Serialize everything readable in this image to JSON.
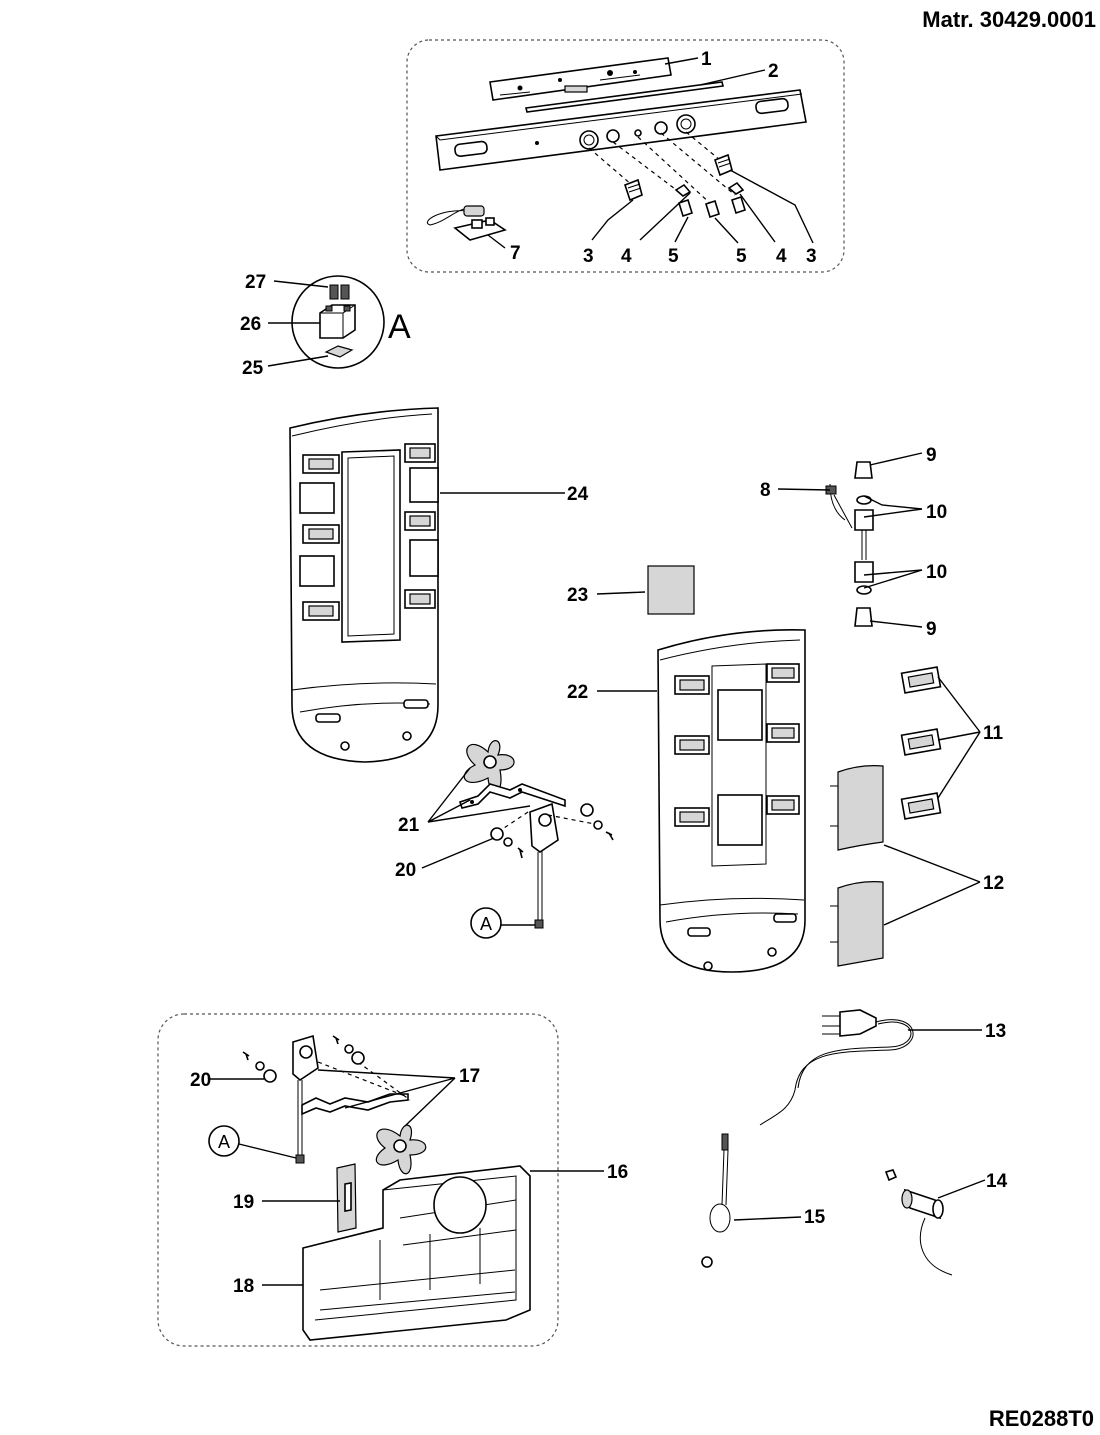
{
  "header": {
    "material_code": "Matr. 30429.0001"
  },
  "footer": {
    "drawing_code": "RE0288T0"
  },
  "detail_marker": "A",
  "labels": {
    "p1": "1",
    "p2": "2",
    "p3a": "3",
    "p3b": "3",
    "p4a": "4",
    "p4b": "4",
    "p5a": "5",
    "p5b": "5",
    "p7": "7",
    "p8": "8",
    "p9a": "9",
    "p9b": "9",
    "p10a": "10",
    "p10b": "10",
    "p11": "11",
    "p12": "12",
    "p13": "13",
    "p14": "14",
    "p15": "15",
    "p16": "16",
    "p17": "17",
    "p18": "18",
    "p19": "19",
    "p20a": "20",
    "p20b": "20",
    "p21": "21",
    "p22": "22",
    "p23": "23",
    "p24": "24",
    "p25": "25",
    "p26": "26",
    "p27": "27"
  }
}
